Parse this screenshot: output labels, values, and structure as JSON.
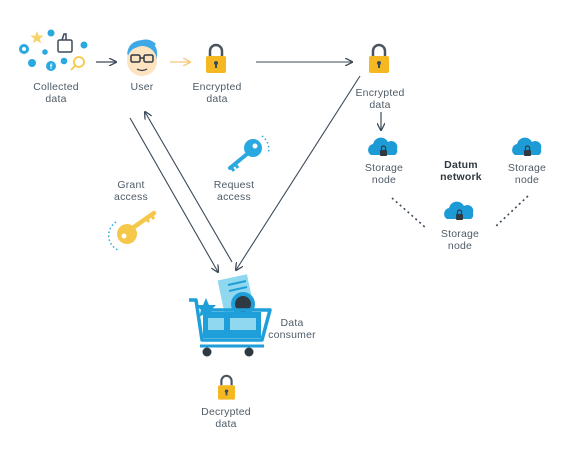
{
  "labels": {
    "collected_data": [
      "Collected",
      "data"
    ],
    "user": [
      "User"
    ],
    "encrypted_data_1": [
      "Encrypted",
      "data"
    ],
    "encrypted_data_2": [
      "Encrypted",
      "data"
    ],
    "storage_node_left": [
      "Storage",
      "node"
    ],
    "datum_network": [
      "Datum",
      "network"
    ],
    "storage_node_right": [
      "Storage",
      "node"
    ],
    "storage_node_bottom": [
      "Storage",
      "node"
    ],
    "grant_access": [
      "Grant",
      "access"
    ],
    "request_access": [
      "Request",
      "access"
    ],
    "data_consumer": [
      "Data",
      "consumer"
    ],
    "decrypted_data": [
      "Decrypted",
      "data"
    ]
  },
  "colors": {
    "line": "#3c4a5a",
    "lock_body": "#f5b820",
    "lock_shackle": "#4b5560",
    "cloud": "#1c9bd6",
    "key_yellow": "#f6c84a",
    "key_blue": "#2aa8e0",
    "cart": "#1f9fd9",
    "cart_light": "#8fd8f0",
    "user_hair": "#3fa9e8",
    "user_skin": "#fde3c0"
  },
  "icons": {
    "social_cluster": "social-media-icons",
    "user": "user-avatar-icon",
    "lock": "padlock-icon",
    "cloud": "cloud-lock-icon",
    "key_grant": "key-icon",
    "key_request": "key-icon",
    "cart": "shopping-cart-icon"
  }
}
